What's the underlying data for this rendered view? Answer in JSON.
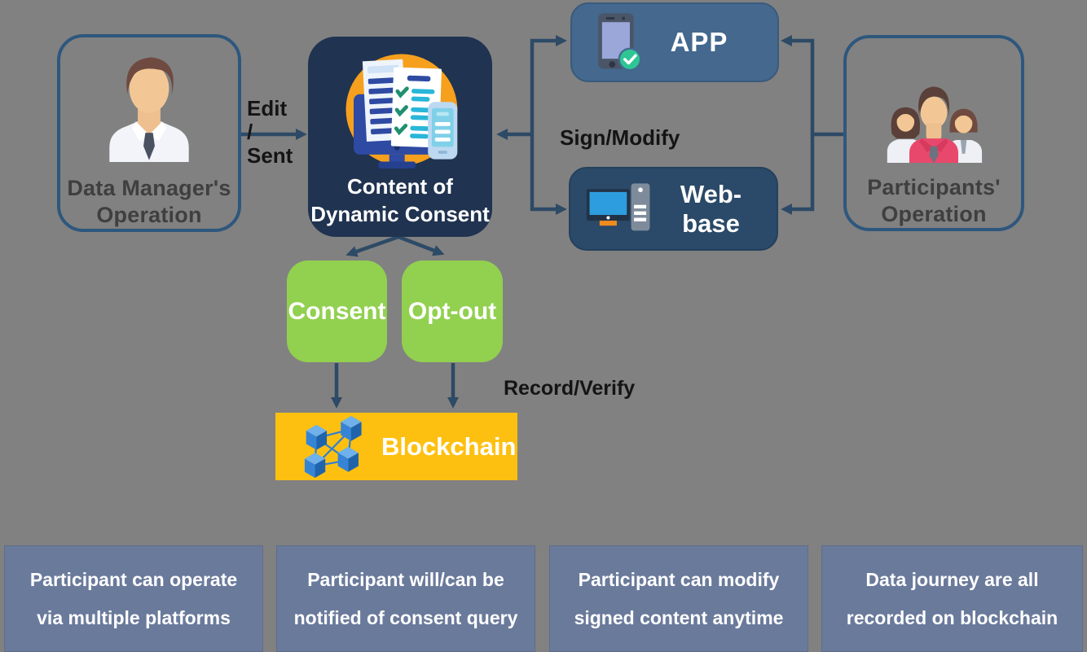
{
  "diagram": {
    "nodes": {
      "data_manager": {
        "label_line1": "Data Manager's",
        "label_line2": "Operation"
      },
      "content": {
        "label_line1": "Content of",
        "label_line2": "Dynamic Consent"
      },
      "app": {
        "label": "APP"
      },
      "web_base": {
        "label": "Web-base"
      },
      "participants": {
        "label_line1": "Participants'",
        "label_line2": "Operation"
      },
      "consent": {
        "label": "Consent"
      },
      "opt_out": {
        "label": "Opt-out"
      },
      "blockchain": {
        "label": "Blockchain"
      }
    },
    "edge_labels": {
      "edit_sent": [
        "Edit",
        "/",
        "Sent"
      ],
      "sign_modify": "Sign/Modify",
      "record_verify": "Record/Verify"
    },
    "notes": [
      {
        "line1": "Participant can operate",
        "line2": "via multiple platforms"
      },
      {
        "line1": "Participant will/can be",
        "line2": "notified of consent query"
      },
      {
        "line1": "Participant can modify",
        "line2": "signed content anytime"
      },
      {
        "line1": "Data journey are all",
        "line2": "recorded on blockchain"
      }
    ],
    "colors": {
      "background": "#818181",
      "outline_border": "#2e577d",
      "arrow": "#2d4a66",
      "content_fill": "#203350",
      "app_fill": "#44688e",
      "web_fill": "#2b4968",
      "action_green": "#92d050",
      "blockchain_yellow": "#fec010",
      "note_slate": "#6a7a9b",
      "dark_label_text": "#3f3f3f"
    }
  }
}
